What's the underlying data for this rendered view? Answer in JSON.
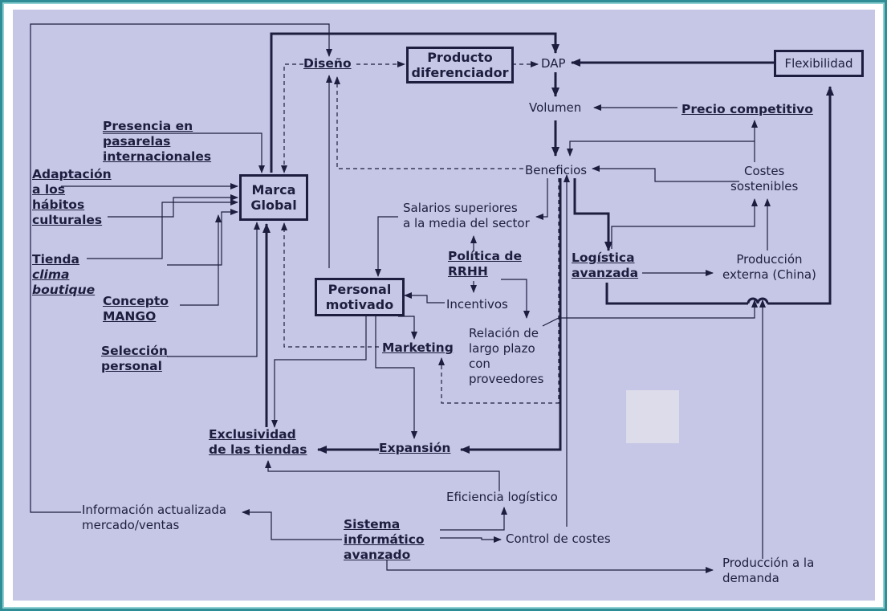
{
  "frame": {
    "border_color": "#2f8e95",
    "background": "#c6c7e6",
    "ink": "#1d1e3f"
  },
  "nodes": {
    "diseno": "Diseño",
    "producto_diferenciador": "Producto diferenciador",
    "dap": "DAP",
    "flexibilidad": "Flexibilidad",
    "volumen": "Volumen",
    "precio_competitivo": "Precio competitivo",
    "presencia_pasarelas": [
      "Presencia en",
      "pasarelas",
      "internacionales"
    ],
    "adaptacion_habitos": [
      "Adaptación",
      "a los",
      "hábitos",
      "culturales"
    ],
    "marca_global": "Marca Global",
    "beneficios": "Beneficios",
    "costes_sostenibles": [
      "Costes",
      "sostenibles"
    ],
    "salarios_superiores": [
      "Salarios superiores",
      "a la media del sector"
    ],
    "tienda": "Tienda",
    "clima_boutique": [
      "clima",
      "boutique"
    ],
    "politica_rrhh": [
      "Política de",
      "RRHH"
    ],
    "logistica_avanzada": [
      "Logística",
      "avanzada"
    ],
    "produccion_externa": [
      "Producción",
      "externa (China)"
    ],
    "personal_motivado": "Personal motivado",
    "incentivos": "Incentivos",
    "concepto_mango": [
      "Concepto",
      "MANGO"
    ],
    "relacion_largo_plazo": [
      "Relación de",
      "largo plazo",
      "con",
      "proveedores"
    ],
    "marketing": "Marketing",
    "seleccion_personal": [
      "Selección",
      "personal"
    ],
    "exclusividad_tiendas": [
      "Exclusividad",
      "de las tiendas"
    ],
    "expansion": "Expansión",
    "eficiencia_logistico": "Eficiencia logístico",
    "informacion_actualizada": [
      "Información actualizada",
      "mercado/ventas"
    ],
    "sistema_informatico": [
      "Sistema",
      "informático",
      "avanzado"
    ],
    "control_costes": "Control de costes",
    "produccion_demanda": [
      "Producción a la",
      "demanda"
    ]
  }
}
